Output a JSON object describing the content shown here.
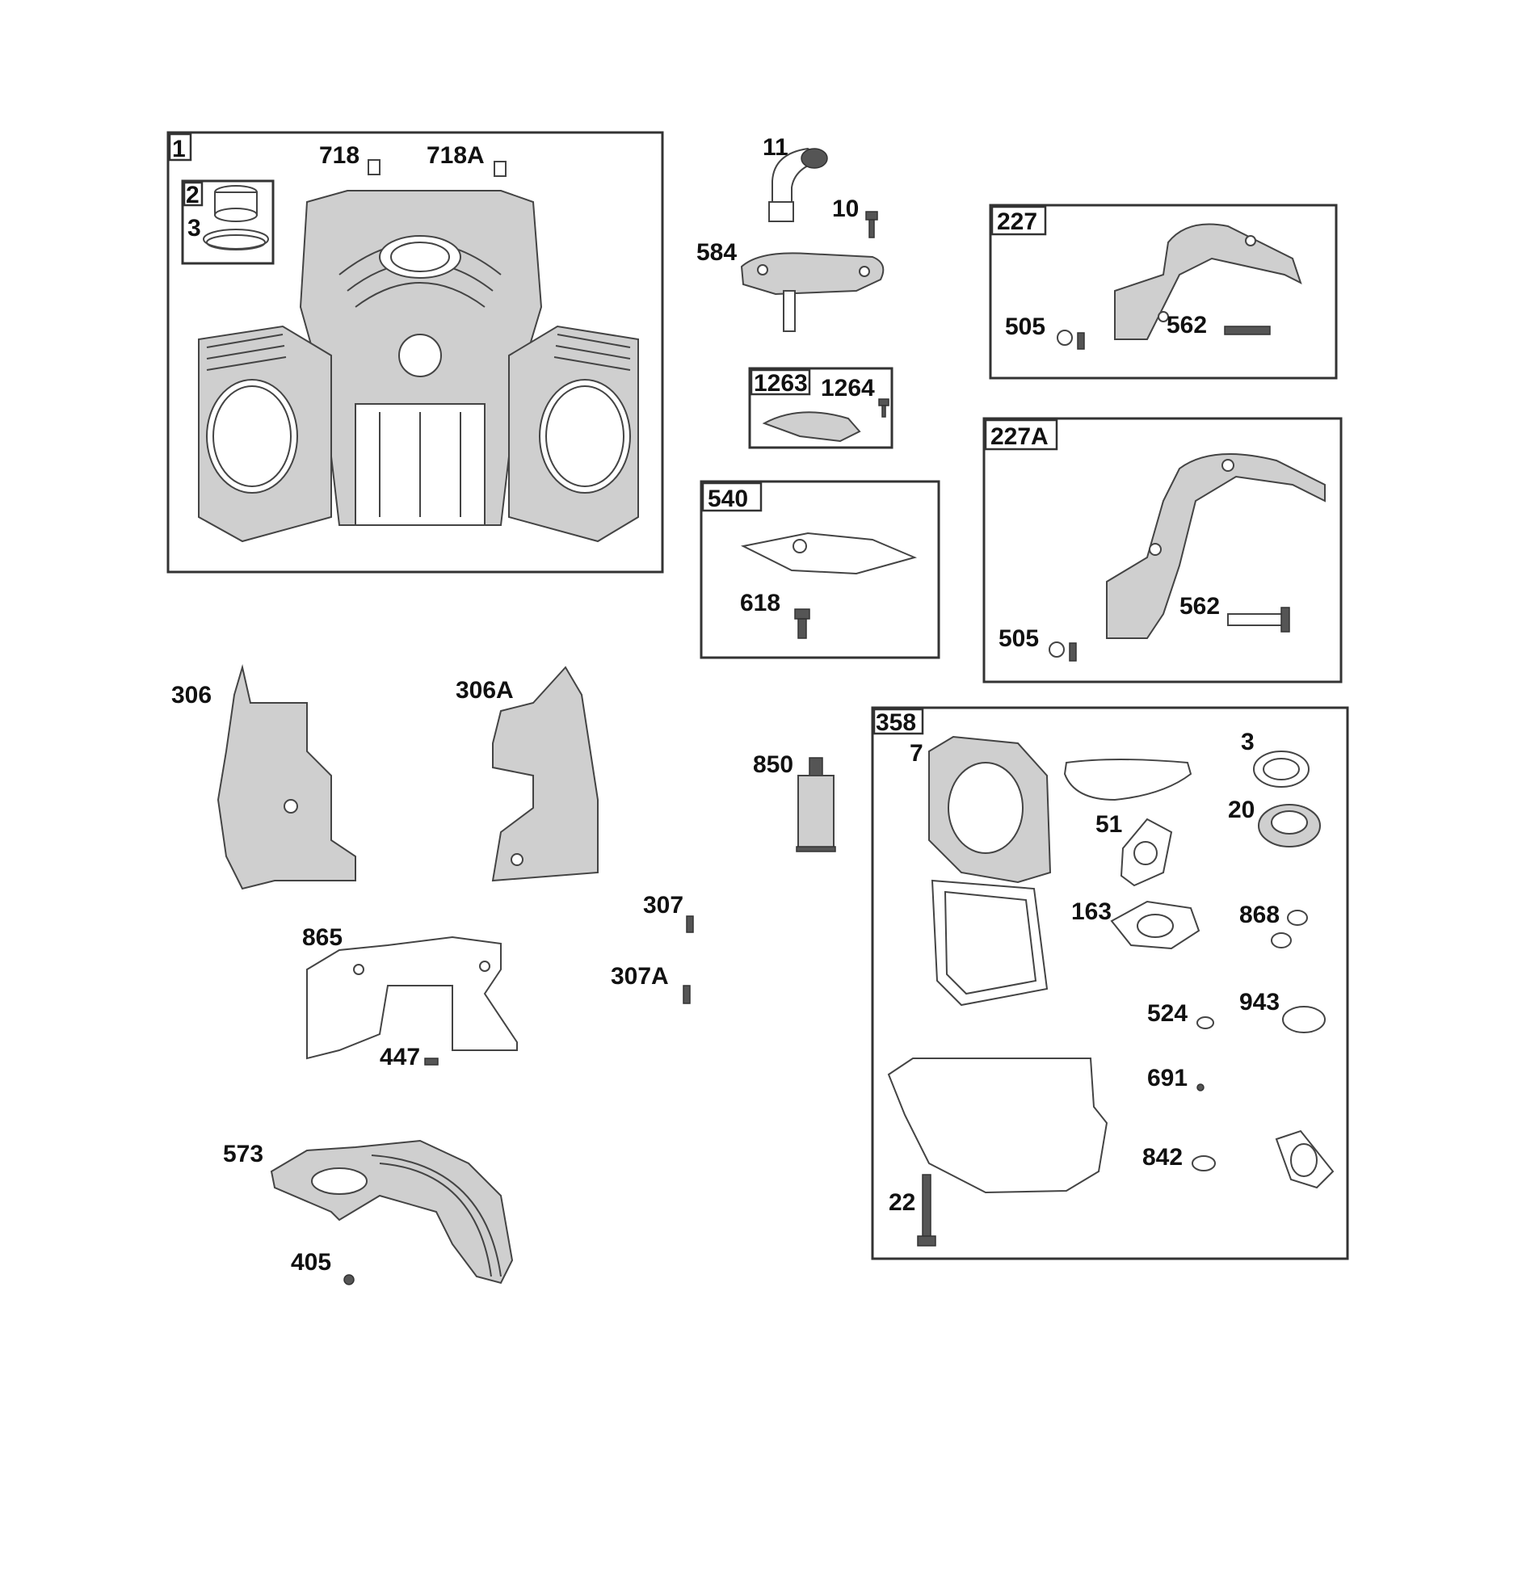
{
  "labels": {
    "p1": "1",
    "p2": "2",
    "p3": "3",
    "p718": "718",
    "p718A": "718A",
    "p11": "11",
    "p10": "10",
    "p584": "584",
    "p1263": "1263",
    "p1264": "1264",
    "p540": "540",
    "p618": "618",
    "p227": "227",
    "p505a": "505",
    "p562a": "562",
    "p227A": "227A",
    "p505b": "505",
    "p562b": "562",
    "p306": "306",
    "p306A": "306A",
    "p307": "307",
    "p307A": "307A",
    "p865": "865",
    "p447": "447",
    "p850": "850",
    "p573": "573",
    "p405": "405",
    "p358": "358",
    "p7": "7",
    "p3b": "3",
    "p20": "20",
    "p51": "51",
    "p163": "163",
    "p868": "868",
    "p524": "524",
    "p943": "943",
    "p691": "691",
    "p842": "842",
    "p22": "22"
  }
}
